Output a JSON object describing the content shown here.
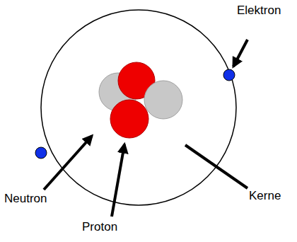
{
  "diagram": {
    "labels": [
      "Elektron",
      "Neutron",
      "Proton",
      "Kerne"
    ]
  }
}
